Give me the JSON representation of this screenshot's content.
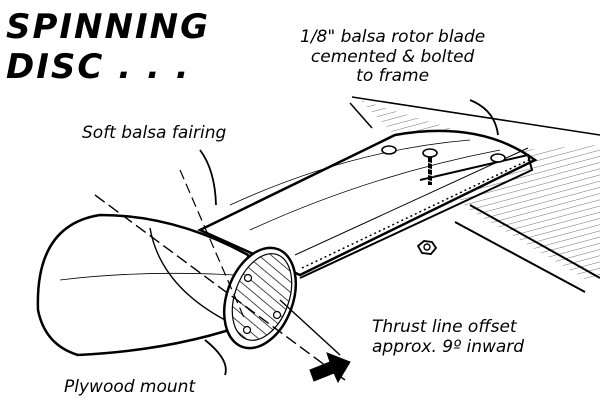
{
  "title": {
    "line1": "SPINNING",
    "line2": "DISC . . ."
  },
  "labels": {
    "rotor_blade": [
      "1/8\" balsa rotor blade",
      "cemented & bolted",
      "to frame"
    ],
    "fairing": "Soft balsa fairing",
    "thrust_line": [
      "Thrust line offset",
      "approx. 9º inward"
    ],
    "plywood_mount": "Plywood mount"
  }
}
